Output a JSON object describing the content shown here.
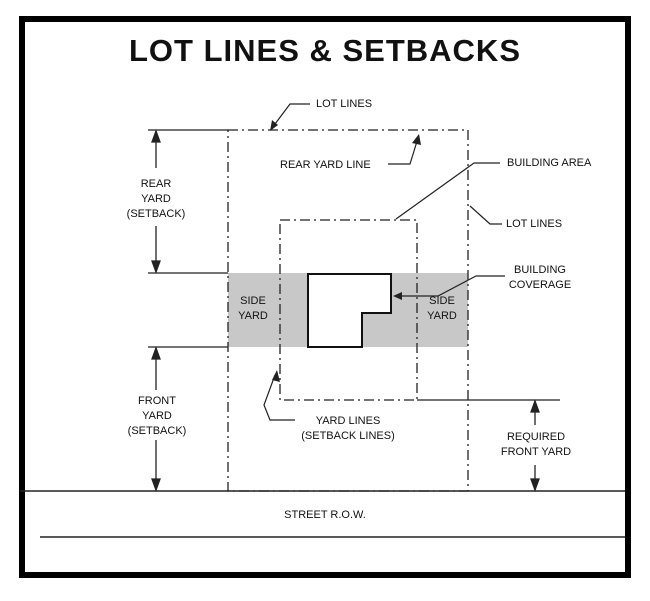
{
  "title": "LOT LINES & SETBACKS",
  "labels": {
    "lot_lines_top": "LOT LINES",
    "rear_yard_line": "REAR YARD LINE",
    "building_area": "BUILDING AREA",
    "rear_yard": [
      "REAR",
      "YARD",
      "(SETBACK)"
    ],
    "lot_lines_right": "LOT LINES",
    "building_coverage": [
      "BUILDING",
      "COVERAGE"
    ],
    "side_yard_left": [
      "SIDE",
      "YARD"
    ],
    "side_yard_right": [
      "SIDE",
      "YARD"
    ],
    "front_yard": [
      "FRONT",
      "YARD",
      "(SETBACK)"
    ],
    "yard_lines": [
      "YARD LINES",
      "(SETBACK LINES)"
    ],
    "required_front_yard": [
      "REQUIRED",
      "FRONT YARD"
    ],
    "street_row": "STREET R.O.W."
  },
  "colors": {
    "side_yard_shading": "#c8c8c8",
    "line": "#222222"
  }
}
